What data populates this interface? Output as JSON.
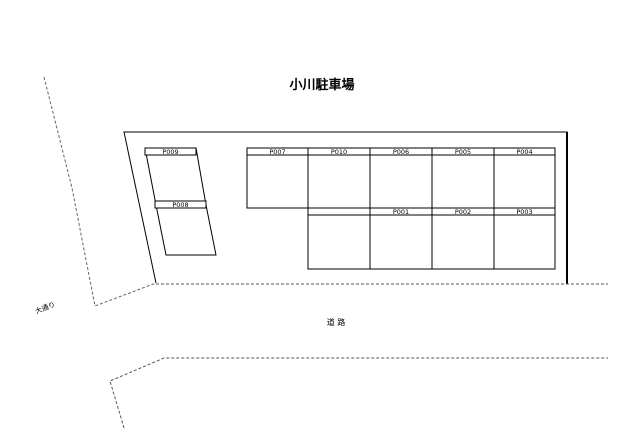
{
  "title": "小川駐車場",
  "road_label": "道 路",
  "street_label": "大通り",
  "parking_slots": [
    {
      "id": "p009",
      "label": "P009"
    },
    {
      "id": "p008",
      "label": "P008"
    },
    {
      "id": "p007",
      "label": "P007"
    },
    {
      "id": "p010",
      "label": "P010"
    },
    {
      "id": "p006",
      "label": "P006"
    },
    {
      "id": "p005",
      "label": "P005"
    },
    {
      "id": "p004",
      "label": "P004"
    },
    {
      "id": "p001",
      "label": "P001"
    },
    {
      "id": "p002",
      "label": "P002"
    },
    {
      "id": "p003",
      "label": "P003"
    }
  ],
  "colors": {
    "line": "#000000",
    "road_edge": "#555555",
    "background": "#ffffff"
  }
}
